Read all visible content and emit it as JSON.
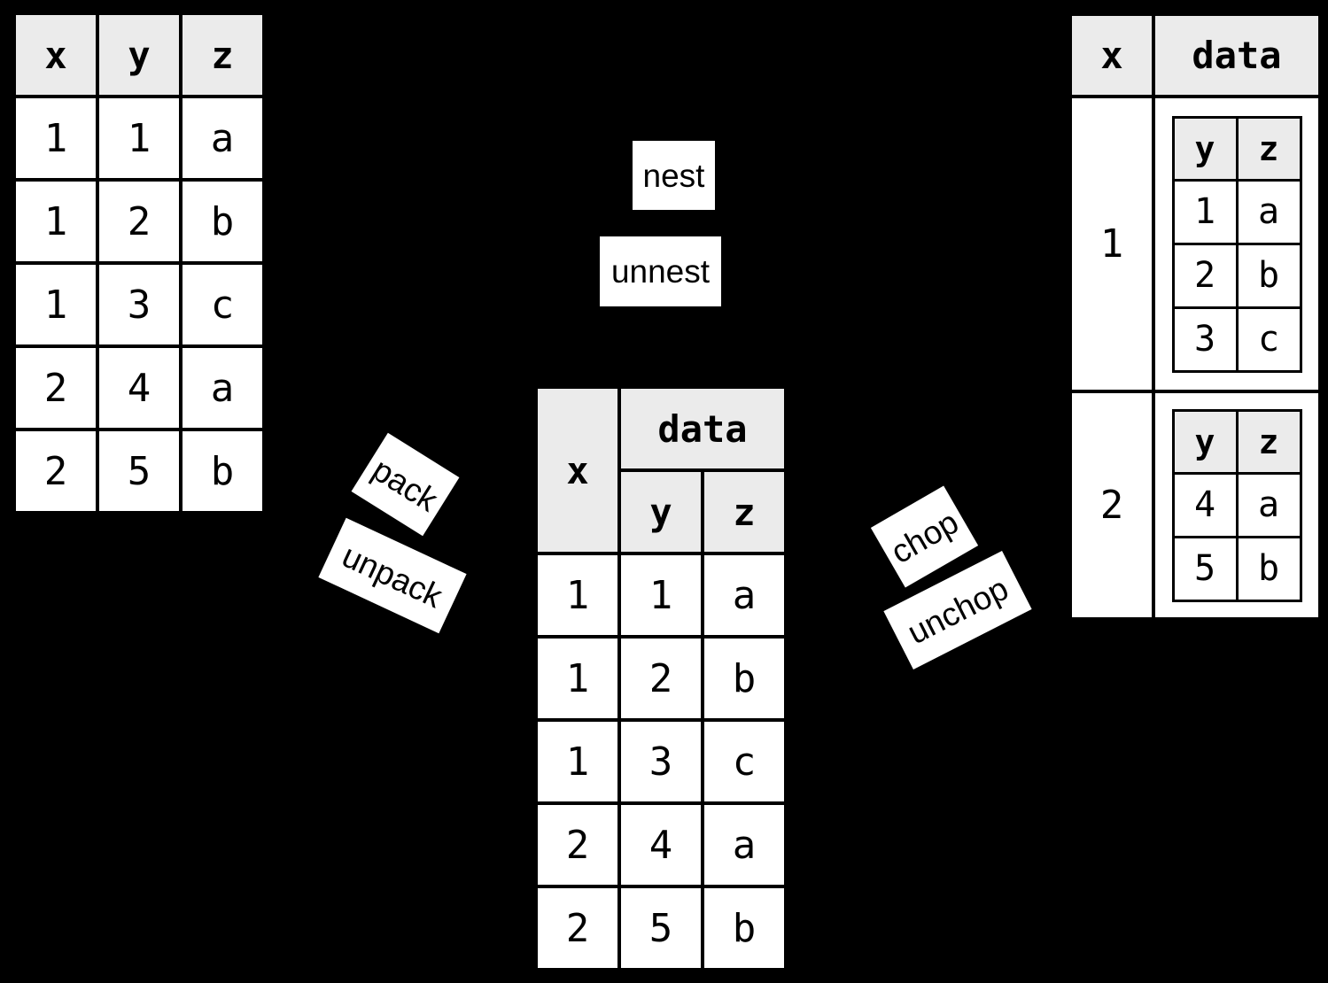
{
  "diagram": {
    "background_color": "#000000",
    "cell_color": "#ffffff",
    "header_color": "#ebebeb",
    "border_color": "#000000"
  },
  "operation_labels": {
    "nest": "nest",
    "unnest": "unnest",
    "pack": "pack",
    "unpack": "unpack",
    "chop": "chop",
    "unchop": "unchop"
  },
  "flat_table": {
    "headers": [
      "x",
      "y",
      "z"
    ],
    "rows": [
      [
        "1",
        "1",
        "a"
      ],
      [
        "1",
        "2",
        "b"
      ],
      [
        "1",
        "3",
        "c"
      ],
      [
        "2",
        "4",
        "a"
      ],
      [
        "2",
        "5",
        "b"
      ]
    ]
  },
  "packed_table": {
    "x_header": "x",
    "data_header": "data",
    "sub_headers": [
      "y",
      "z"
    ],
    "rows": [
      [
        "1",
        "1",
        "a"
      ],
      [
        "1",
        "2",
        "b"
      ],
      [
        "1",
        "3",
        "c"
      ],
      [
        "2",
        "4",
        "a"
      ],
      [
        "2",
        "5",
        "b"
      ]
    ]
  },
  "nested_table": {
    "x_header": "x",
    "data_header": "data",
    "groups": [
      {
        "x": "1",
        "sub_headers": [
          "y",
          "z"
        ],
        "rows": [
          [
            "1",
            "a"
          ],
          [
            "2",
            "b"
          ],
          [
            "3",
            "c"
          ]
        ]
      },
      {
        "x": "2",
        "sub_headers": [
          "y",
          "z"
        ],
        "rows": [
          [
            "4",
            "a"
          ],
          [
            "5",
            "b"
          ]
        ]
      }
    ]
  }
}
